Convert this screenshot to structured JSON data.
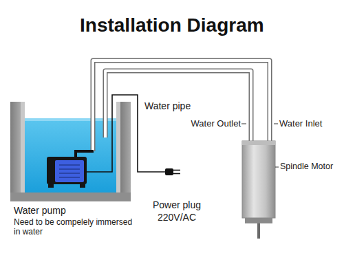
{
  "diagram": {
    "title": "Installation Diagram",
    "labels": [
      "Water pipe",
      "Water Outlet",
      "Water Inlet",
      "Spindle Motor",
      "Water pump",
      "Need to be compelely immersed in water",
      "Power plug",
      "220V/AC"
    ]
  }
}
